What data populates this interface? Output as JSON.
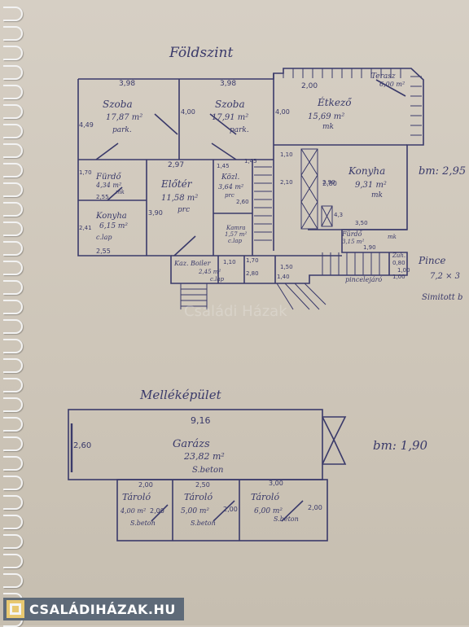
{
  "ground_floor": {
    "title": "Földszint",
    "height_note": "bm: 2,95",
    "rooms": [
      {
        "name": "Szoba",
        "area": "17,87 m²",
        "floor": "park.",
        "width": "3,98",
        "depth": "4,49"
      },
      {
        "name": "Szoba",
        "area": "17,91 m²",
        "floor": "park.",
        "width": "3,98",
        "depth": "4,00"
      },
      {
        "name": "Étkező",
        "area": "15,69 m²",
        "floor": "mk",
        "width": "2,00",
        "depth": "4,00"
      },
      {
        "name": "Terasz",
        "area": "6,00 m²"
      },
      {
        "name": "Fürdő",
        "area": "4,34 m²",
        "floor": "mk",
        "width": "2,55",
        "depth": "1,70"
      },
      {
        "name": "Előtér",
        "area": "11,58 m²",
        "floor": "prc",
        "width": "2,97",
        "depth": "3,90"
      },
      {
        "name": "Közl.",
        "area": "3,64 m²",
        "floor": "prc",
        "width": "1,45",
        "depth": "2,60"
      },
      {
        "name": "Konyha",
        "area": "9,31 m²",
        "floor": "mk",
        "width": "2,80",
        "depth": "4,3"
      },
      {
        "name": "Konyha",
        "area": "6,15 m²",
        "floor": "c.lap",
        "width": "2,55",
        "depth": "2,41"
      },
      {
        "name": "Kamra",
        "area": "1,57 m²",
        "floor": "c.lap"
      },
      {
        "name": "Fürdő",
        "area": "3,15 m²",
        "floor": "mk",
        "width": "3,50",
        "depth": "1,90"
      },
      {
        "name": "Kaz. Boiler",
        "area": "2,45 m²",
        "floor": "c.lap"
      }
    ],
    "extra_labels": [
      "1,45",
      "1,10",
      "2,10",
      "1,50",
      "1,70",
      "1,40",
      "2,90",
      "1,00",
      "2,80",
      "1,10",
      "pincelejáró"
    ],
    "cellar": {
      "label": "Pince",
      "size": "7,2 × 3",
      "floor": "Simitott b"
    },
    "cellar_door": {
      "label": "Zuh.",
      "dims": "0,80",
      "dims2": "1,00"
    }
  },
  "outbuilding": {
    "title": "Melléképület",
    "height_note": "bm: 1,90",
    "garage": {
      "name": "Garázs",
      "area": "23,82 m²",
      "floor": "S.beton",
      "width": "9,16",
      "depth": "2,60"
    },
    "storages": [
      {
        "name": "Tároló",
        "area": "4,00 m²",
        "floor": "S.beton",
        "width": "2,00",
        "depth": "2,00"
      },
      {
        "name": "Tároló",
        "area": "5,00 m²",
        "floor": "S.beton",
        "width": "2,50",
        "depth": "2,00"
      },
      {
        "name": "Tároló",
        "area": "6,00 m²",
        "floor": "S.beton",
        "width": "3,00",
        "depth": "2,00"
      }
    ]
  },
  "watermark": {
    "text": "CSALÁDIHÁZAK.HU",
    "faint": "Családi Házak"
  },
  "colors": {
    "ink": "#3a3a6a",
    "paper": "#d2cbbf",
    "badge": "#5e6a78"
  }
}
